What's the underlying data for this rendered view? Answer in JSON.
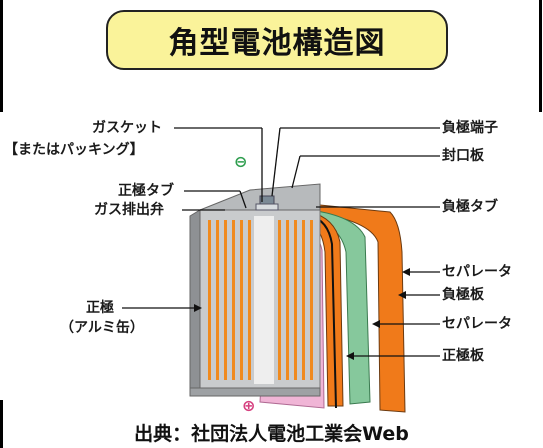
{
  "title": "角型電池構造図",
  "source": "出典：社団法人電池工業会Web",
  "labels": {
    "gasket": "ガスケット",
    "or_packing": "【またはパッキング】",
    "positive_tab": "正極タブ",
    "gas_vent": "ガス排出弁",
    "positive_can_line1": "正極",
    "positive_can_line2": "（アルミ缶）",
    "negative_terminal": "負極端子",
    "sealing_plate": "封口板",
    "negative_tab": "負極タブ",
    "separator_1": "セパレータ",
    "negative_plate": "負極板",
    "separator_2": "セパレータ",
    "positive_plate": "正極板"
  },
  "symbols": {
    "negative": "⊖",
    "positive": "⊕"
  },
  "colors": {
    "title_fill": "#faf39a",
    "can": "#a9acae",
    "stripe_orange": "#f08a1e",
    "separator_orange": "#f07a1a",
    "negative_plate_green": "#86c89c",
    "positive_plate_pink": "#f0b5d6",
    "negative_symbol": "#2f9e4f",
    "positive_symbol": "#d6407f"
  }
}
